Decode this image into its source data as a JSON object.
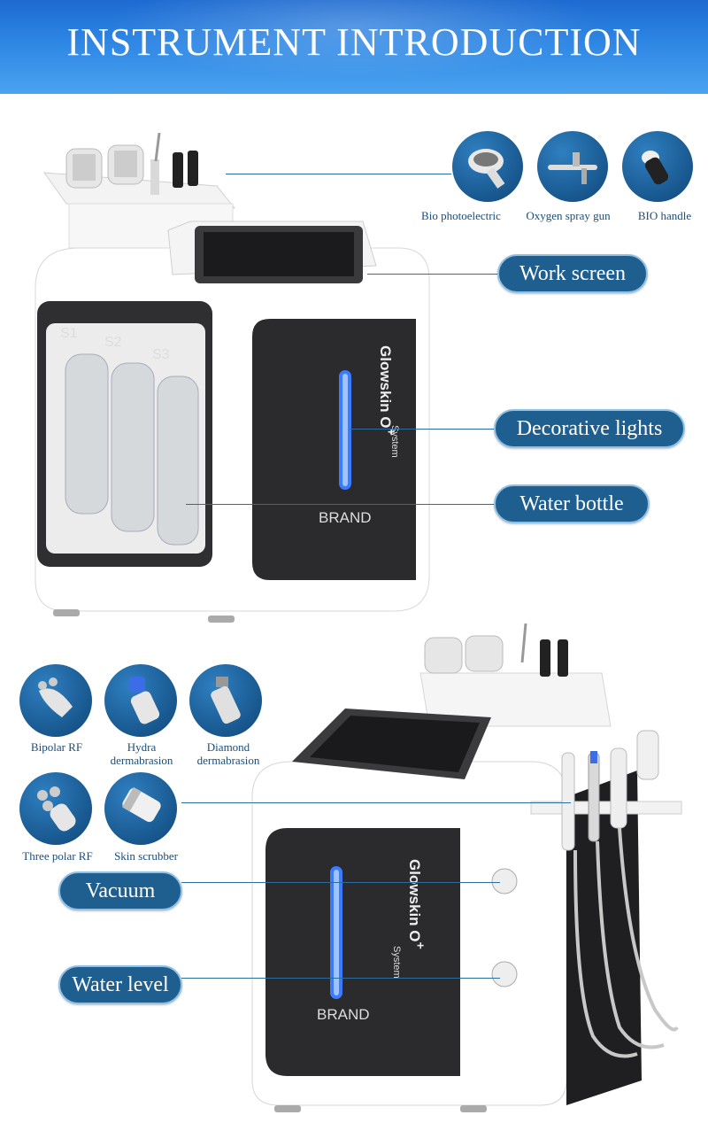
{
  "banner": {
    "title": "INSTRUMENT INTRODUCTION"
  },
  "top_accessories": [
    {
      "label": "Bio photoelectric",
      "icon": "bio-photoelectric-icon"
    },
    {
      "label": "Oxygen spray gun",
      "icon": "oxygen-spray-gun-icon"
    },
    {
      "label": "BIO handle",
      "icon": "bio-handle-icon"
    }
  ],
  "top_callouts": {
    "work_screen": "Work screen",
    "decorative_lights": "Decorative lights",
    "water_bottle": "Water bottle"
  },
  "machine_top": {
    "bottle_labels": [
      "S1",
      "S2",
      "S3"
    ],
    "model": "Glowskin O",
    "model_sup": "+",
    "system": "System",
    "brand": "BRAND"
  },
  "bottom_accessories": [
    {
      "label": "Bipolar RF",
      "icon": "bipolar-rf-icon"
    },
    {
      "label": "Hydra dermabrasion",
      "line1": "Hydra",
      "line2": "dermabrasion",
      "icon": "hydra-dermabrasion-icon"
    },
    {
      "label": "Diamond dermabrasion",
      "line1": "Diamond",
      "line2": "dermabrasion",
      "icon": "diamond-dermabrasion-icon"
    },
    {
      "label": "Three polar RF",
      "icon": "three-polar-rf-icon"
    },
    {
      "label": "Skin scrubber",
      "icon": "skin-scrubber-icon"
    }
  ],
  "bottom_callouts": {
    "vacuum": "Vacuum",
    "water_level": "Water level"
  },
  "machine_bottom": {
    "model": "Glowskin O",
    "model_sup": "+",
    "system": "System",
    "brand": "BRAND"
  },
  "colors": {
    "banner": "#2e86e4",
    "pill": "#1f5f8f",
    "circle": "#18578e",
    "light": "#3a7bff",
    "panel": "#2b2b2e"
  }
}
